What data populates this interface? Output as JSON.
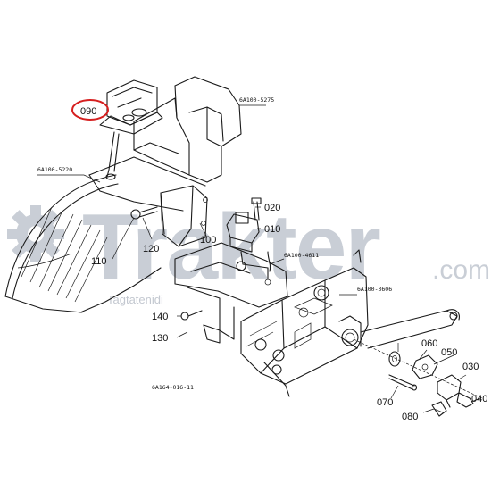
{
  "watermark": {
    "brand": "Trakter",
    "domain": ".com",
    "tagline": "Tagtatenidi",
    "icon": "gear-icon",
    "color": "#c9ced6"
  },
  "highlight": {
    "callout": "090",
    "color": "#d62020"
  },
  "ref_codes": {
    "ref_5275": "6A100-5275",
    "ref_5220": "6A100-5220",
    "ref_4611": "6A100-4611",
    "ref_3606": "6A100-3606",
    "drawing_no": "6A164-016-11"
  },
  "callouts": {
    "c010": "010",
    "c020": "020",
    "c030": "030",
    "c040": "040",
    "c050": "050",
    "c060": "060",
    "c070": "070",
    "c080": "080",
    "c100": "100",
    "c110": "110",
    "c120": "120",
    "c130": "130",
    "c140": "140"
  }
}
